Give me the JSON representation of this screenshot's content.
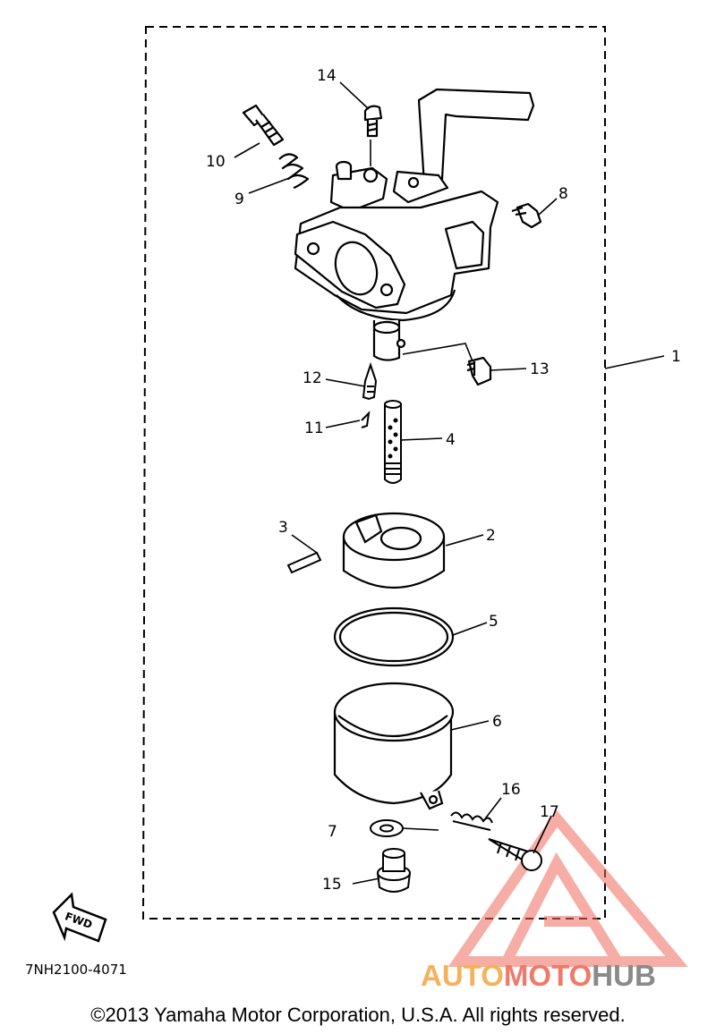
{
  "diagram": {
    "code": "7NH2100-4071",
    "fwd_label": "FWD",
    "callouts": [
      {
        "id": "c1",
        "label": "1"
      },
      {
        "id": "c2",
        "label": "2"
      },
      {
        "id": "c3",
        "label": "3"
      },
      {
        "id": "c4",
        "label": "4"
      },
      {
        "id": "c5",
        "label": "5"
      },
      {
        "id": "c6",
        "label": "6"
      },
      {
        "id": "c7",
        "label": "7"
      },
      {
        "id": "c8",
        "label": "8"
      },
      {
        "id": "c9",
        "label": "9"
      },
      {
        "id": "c10",
        "label": "10"
      },
      {
        "id": "c11",
        "label": "11"
      },
      {
        "id": "c12",
        "label": "12"
      },
      {
        "id": "c13",
        "label": "13"
      },
      {
        "id": "c14",
        "label": "14"
      },
      {
        "id": "c15",
        "label": "15"
      },
      {
        "id": "c16",
        "label": "16"
      },
      {
        "id": "c17",
        "label": "17"
      }
    ]
  },
  "footer": {
    "copyright": "©2013 Yamaha Motor Corporation, U.S.A. All rights reserved."
  },
  "watermark": {
    "part1": "AUTO",
    "part2": "MOTO",
    "part3": "HUB",
    "colors": {
      "auto": "#f5b25a",
      "moto": "#f07a6a",
      "hub": "#8a8a8a"
    }
  }
}
